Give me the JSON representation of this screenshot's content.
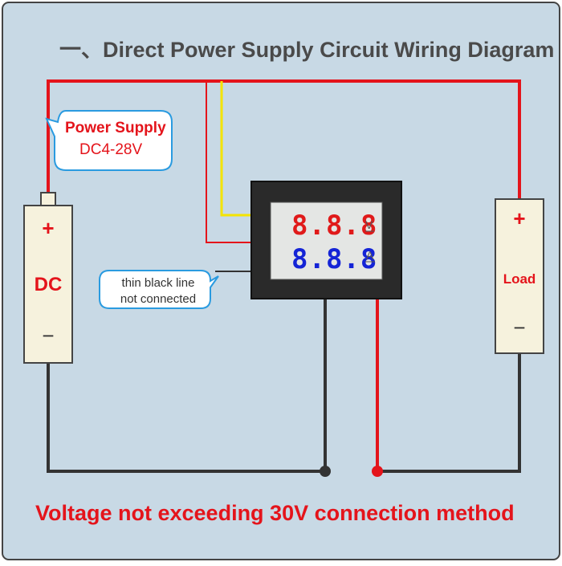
{
  "title": "一、Direct Power Supply Circuit Wiring Diagram",
  "power_supply": {
    "title": "Power Supply",
    "spec": "DC4-28V"
  },
  "battery": {
    "plus": "+",
    "label": "DC",
    "minus": "−"
  },
  "load": {
    "plus": "+",
    "label": "Load",
    "minus": "−"
  },
  "meter": {
    "voltage_reading": "8.8.8",
    "voltage_unit": "V",
    "current_reading": "8.8.8",
    "current_unit": "A"
  },
  "note": {
    "line1": "thin black line",
    "line2": "not connected"
  },
  "footer": "Voltage not exceeding 30V connection method",
  "colors": {
    "background": "#c8d9e5",
    "red_wire": "#e4141b",
    "yellow_wire": "#ffff00",
    "black_wire": "#333333",
    "bubble_border": "#2a9be0"
  }
}
